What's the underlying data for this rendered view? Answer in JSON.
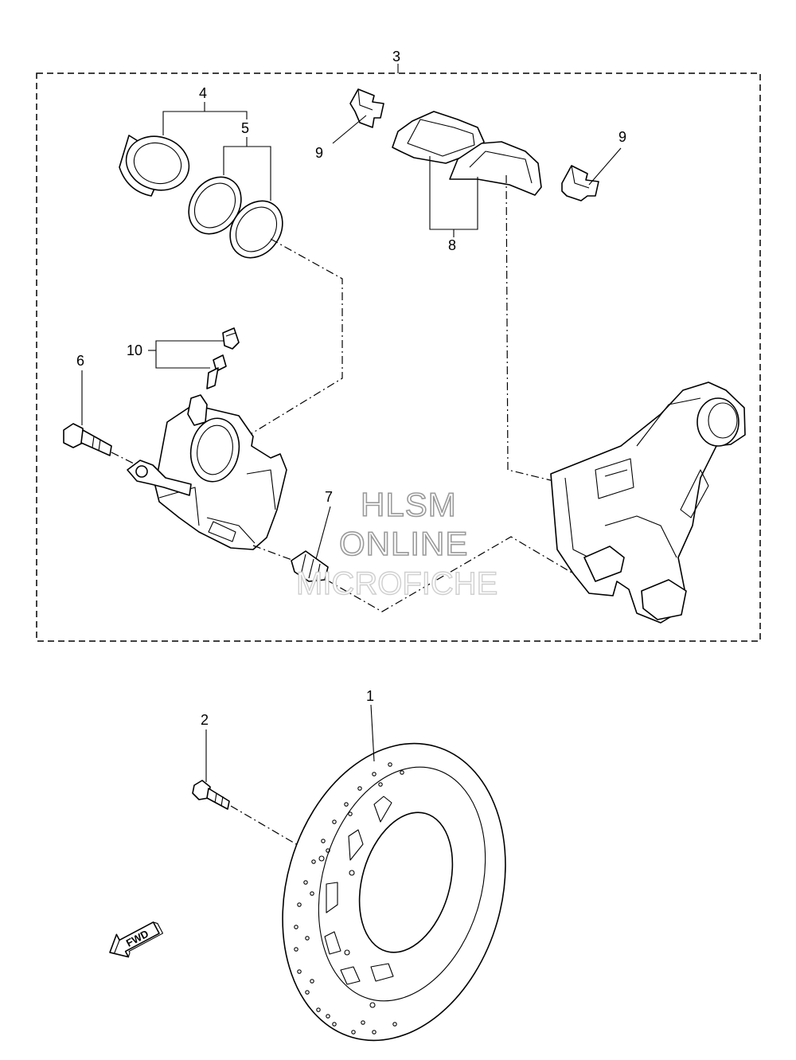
{
  "callouts": {
    "c1": "1",
    "c2": "2",
    "c3": "3",
    "c4": "4",
    "c5": "5",
    "c6": "6",
    "c7": "7",
    "c8": "8",
    "c9a": "9",
    "c9b": "9",
    "c10": "10"
  },
  "watermark": {
    "line1": "HLSM",
    "line2": "ONLINE",
    "line3": "MICROFICHE"
  },
  "direction_arrow": {
    "label": "FWD",
    "icon": "fwd-arrow-icon"
  }
}
